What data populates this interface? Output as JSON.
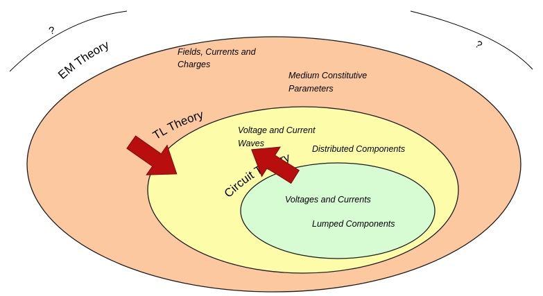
{
  "outer_marks": {
    "left": "?",
    "right": "?"
  },
  "em": {
    "label": "EM Theory",
    "fields_line1": "Fields, Currents and",
    "fields_line2": "Charges",
    "medium_line1": "Medium Constitutive",
    "medium_line2": "Parameters",
    "fill": "#fbc8a0"
  },
  "tl": {
    "label": "TL Theory",
    "waves_line1": "Voltage and Current",
    "waves_line2": "Waves",
    "distributed": "Distributed Components",
    "fill": "#fdfca8"
  },
  "circuit": {
    "label": "Circuit Theory",
    "voltages": "Voltages and Currents",
    "lumped": "Lumped Components",
    "fill": "#d7fbd3"
  },
  "arrow_color": "#b80e0e"
}
